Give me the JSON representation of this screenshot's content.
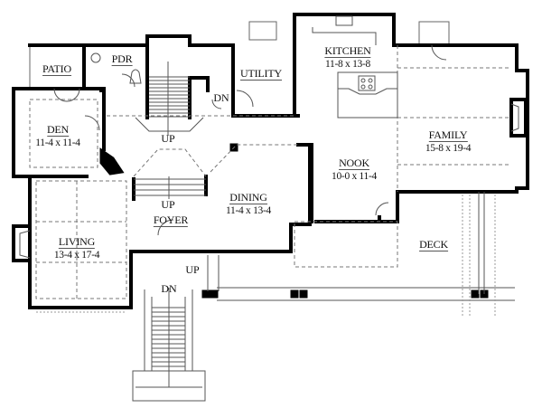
{
  "plan": {
    "rooms": [
      {
        "id": "patio",
        "name": "PATIO",
        "dim": ""
      },
      {
        "id": "pdr",
        "name": "PDR",
        "dim": ""
      },
      {
        "id": "utility",
        "name": "UTILITY",
        "dim": ""
      },
      {
        "id": "kitchen",
        "name": "KITCHEN",
        "dim": "11-8 x 13-8"
      },
      {
        "id": "den",
        "name": "DEN",
        "dim": "11-4 x 11-4"
      },
      {
        "id": "family",
        "name": "FAMILY",
        "dim": "15-8 x 19-4"
      },
      {
        "id": "nook",
        "name": "NOOK",
        "dim": "10-0 x 11-4"
      },
      {
        "id": "dining",
        "name": "DINING",
        "dim": "11-4 x 13-4"
      },
      {
        "id": "foyer",
        "name": "FOYER",
        "dim": ""
      },
      {
        "id": "living",
        "name": "LIVING",
        "dim": "13-4 x 17-4"
      },
      {
        "id": "deck",
        "name": "DECK",
        "dim": ""
      }
    ],
    "stair_notes": {
      "main_stair_up": "UP",
      "foyer_stair_up": "UP",
      "utility_stair_dn": "DN",
      "porch_up": "UP",
      "entry_stair_dn": "DN"
    },
    "colors": {
      "wall": "#000000",
      "line": "#555555",
      "dashed": "#777777",
      "background": "#ffffff"
    }
  }
}
